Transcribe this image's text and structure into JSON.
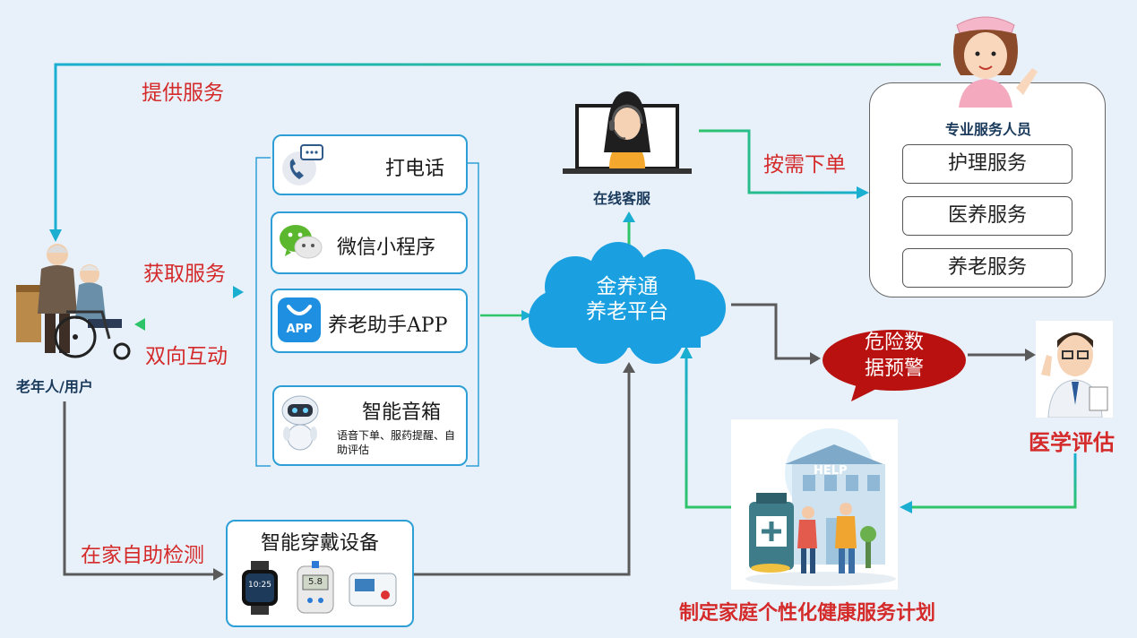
{
  "colors": {
    "background": "#e8f1fa",
    "accent_blue": "#2d9fd6",
    "arrow_teal": "#1aaed0",
    "arrow_green": "#2ec46a",
    "arrow_gray": "#5a5a5a",
    "label_red": "#d42a2a",
    "alert_red": "#b8110f"
  },
  "labels": {
    "provide_service": "提供服务",
    "get_service": "获取服务",
    "two_way": "双向互动",
    "home_detect": "在家自助检测",
    "on_demand": "按需下单",
    "elderly": "老年人/用户"
  },
  "channels": {
    "phone": "打电话",
    "wechat": "微信小程序",
    "app": "养老助手APP",
    "app_icon_text": "APP",
    "speaker": "智能音箱",
    "speaker_note": "语音下单、服药提醒、自助评估"
  },
  "platform": {
    "line1": "金养通",
    "line2": "养老平台"
  },
  "online_service": "在线客服",
  "professionals": {
    "title": "专业服务人员",
    "items": [
      "护理服务",
      "医养服务",
      "养老服务"
    ]
  },
  "alert": {
    "line1": "危险数",
    "line2": "据预警"
  },
  "medical_eval": "医学评估",
  "health_plan": "制定家庭个性化健康服务计划",
  "help_sign": "HELP",
  "wearables": {
    "title": "智能穿戴设备",
    "watch_time": "10:25",
    "meter_value": "5.8"
  },
  "icons": [
    "phone-chat-icon",
    "wechat-icon",
    "app-icon",
    "robot-speaker-icon",
    "nurse-icon",
    "headset-agent-icon",
    "doctor-icon",
    "smartwatch-icon",
    "glucose-meter-icon",
    "blood-pressure-icon",
    "hospital-illustration"
  ]
}
